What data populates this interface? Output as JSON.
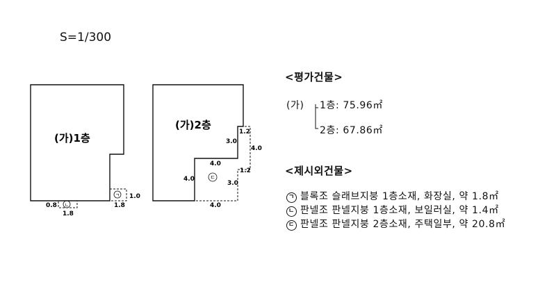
{
  "scale_label": "S=1/300",
  "plan1": {
    "label": "(가)1층"
  },
  "plan2": {
    "label": "(가)2층"
  },
  "markers": {
    "a": "ㄱ",
    "b": "ㄴ",
    "c": "ㄷ"
  },
  "dims": {
    "a_width": "1.8",
    "a_height": "1.0",
    "b_left": "0.8",
    "b_width": "1.8",
    "c_top_step": "1.2",
    "c_wall": "3.0",
    "c_outer": "4.0",
    "c_ledge": "4.0",
    "c_left": "4.0",
    "c_inner": "3.0",
    "c_low_step": "1.2",
    "c_bottom": "4.0"
  },
  "appraisal": {
    "heading": "<평가건물>",
    "group": "(가)",
    "floor1": "1층: 75.96㎡",
    "floor2": "2층: 67.86㎡"
  },
  "excluded": {
    "heading": "<제시외건물>",
    "items": [
      {
        "marker": "ㄱ",
        "text": "블록조 슬래브지붕 1층소재, 화장실, 약 1.8㎡"
      },
      {
        "marker": "ㄴ",
        "text": "판넬조 판넬지붕 1층소재, 보일러실, 약 1.4㎡"
      },
      {
        "marker": "ㄷ",
        "text": "판넬조 판넬지붕 2층소재, 주택일부, 약 20.8㎡"
      }
    ]
  }
}
